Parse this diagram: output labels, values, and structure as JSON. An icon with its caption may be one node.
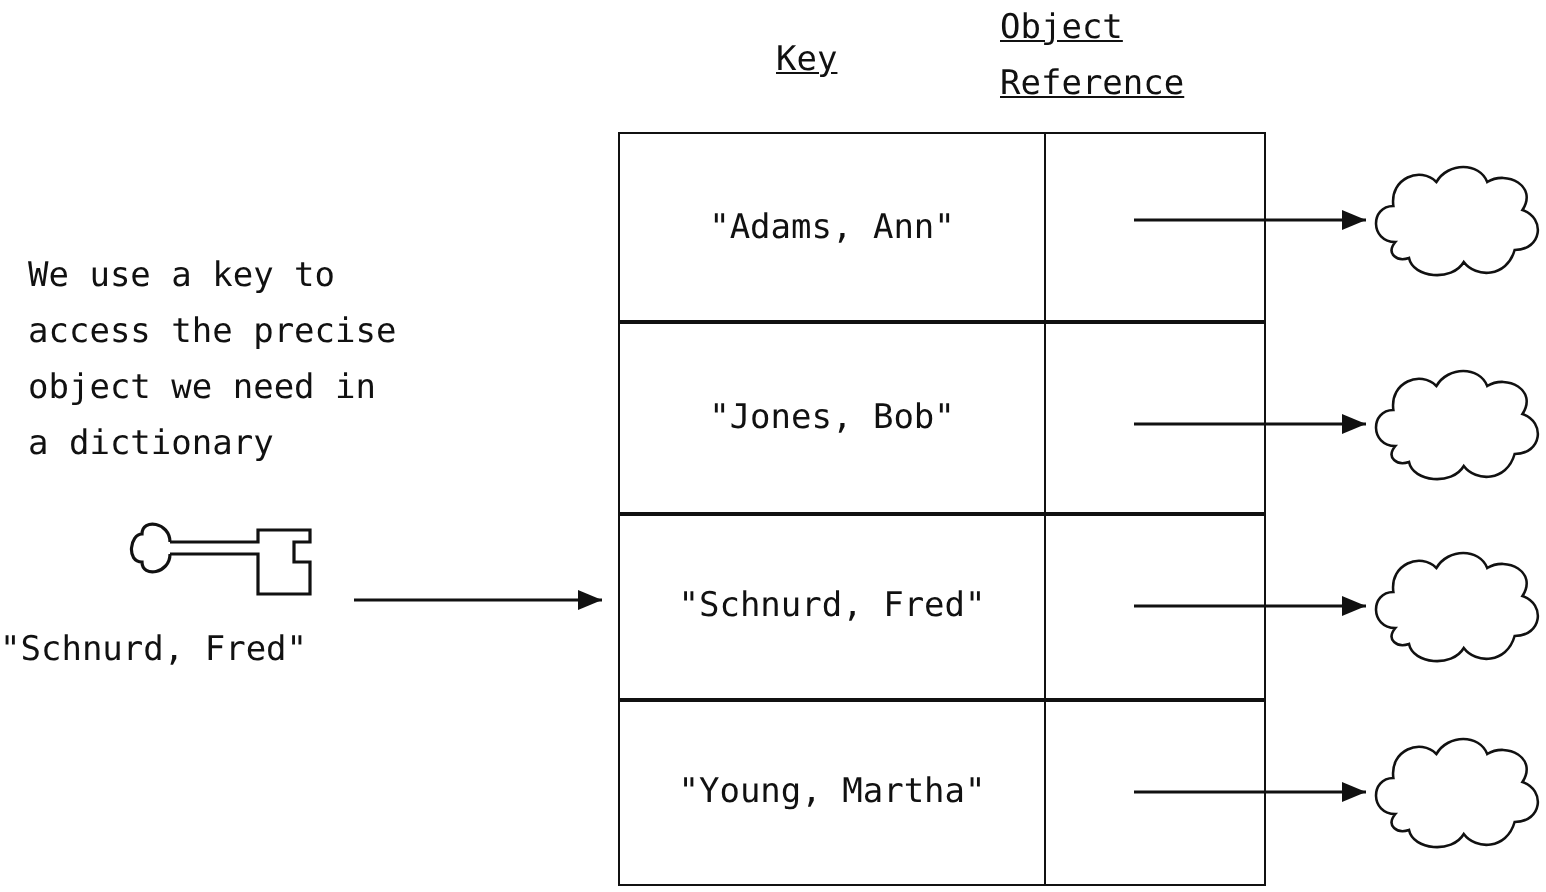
{
  "diagram": {
    "nodes": [
      {
        "text": [],
        "shape": "picture",
        "beside": [
          "\"Schnurd, Fred\""
        ]
      },
      {
        "text": [
          "\"Adams, Ann\""
        ]
      },
      {
        "text": [
          "\"Jones, Bob\""
        ]
      },
      {
        "text": [
          "\"Schnurd, Fred\""
        ]
      },
      {
        "text": [
          "\"Young, Martha\""
        ]
      },
      {
        "text": [],
        "shape": "box"
      },
      {
        "text": [],
        "shape": "box"
      },
      {
        "text": [],
        "shape": "box"
      },
      {
        "text": [],
        "shape": "box"
      },
      {
        "text": [],
        "shape": "cloud"
      },
      {
        "text": [],
        "shape": "cloud"
      },
      {
        "text": [],
        "shape": "cloud"
      },
      {
        "text": [],
        "shape": "cloud"
      }
    ],
    "edges": [
      {
        "from": 0,
        "to": 3,
        "arrow": "to"
      },
      {
        "from": 5,
        "to": 9,
        "arrow": "to"
      },
      {
        "from": 6,
        "to": 10,
        "arrow": "to"
      },
      {
        "from": 7,
        "to": 11,
        "arrow": "to"
      },
      {
        "from": 8,
        "to": 12,
        "arrow": "to"
      }
    ],
    "labels": [
      "Key",
      "Object Reference",
      "We use a key to access the precise object we need in a dictionary"
    ]
  }
}
